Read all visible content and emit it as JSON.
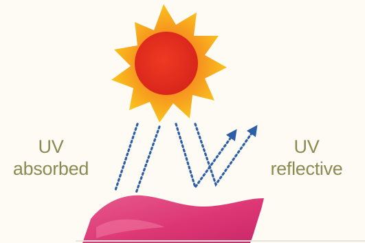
{
  "labels": {
    "absorbed": {
      "line1": "UV",
      "line2": "absorbed"
    },
    "reflective": {
      "line1": "UV",
      "line2": "reflective"
    }
  },
  "colors": {
    "background": "#fdfbf3",
    "sun_rays_outer": "#f9c31c",
    "sun_rays_inner": "#f6821f",
    "sun_core": "#e8321f",
    "uv_rays": "#2e5fa6",
    "skin": "#e0427c",
    "label_text": "#8a8a52"
  },
  "icons": {
    "sun": "sun-icon",
    "skin": "skin-surface",
    "arrow": "arrowhead-icon"
  }
}
